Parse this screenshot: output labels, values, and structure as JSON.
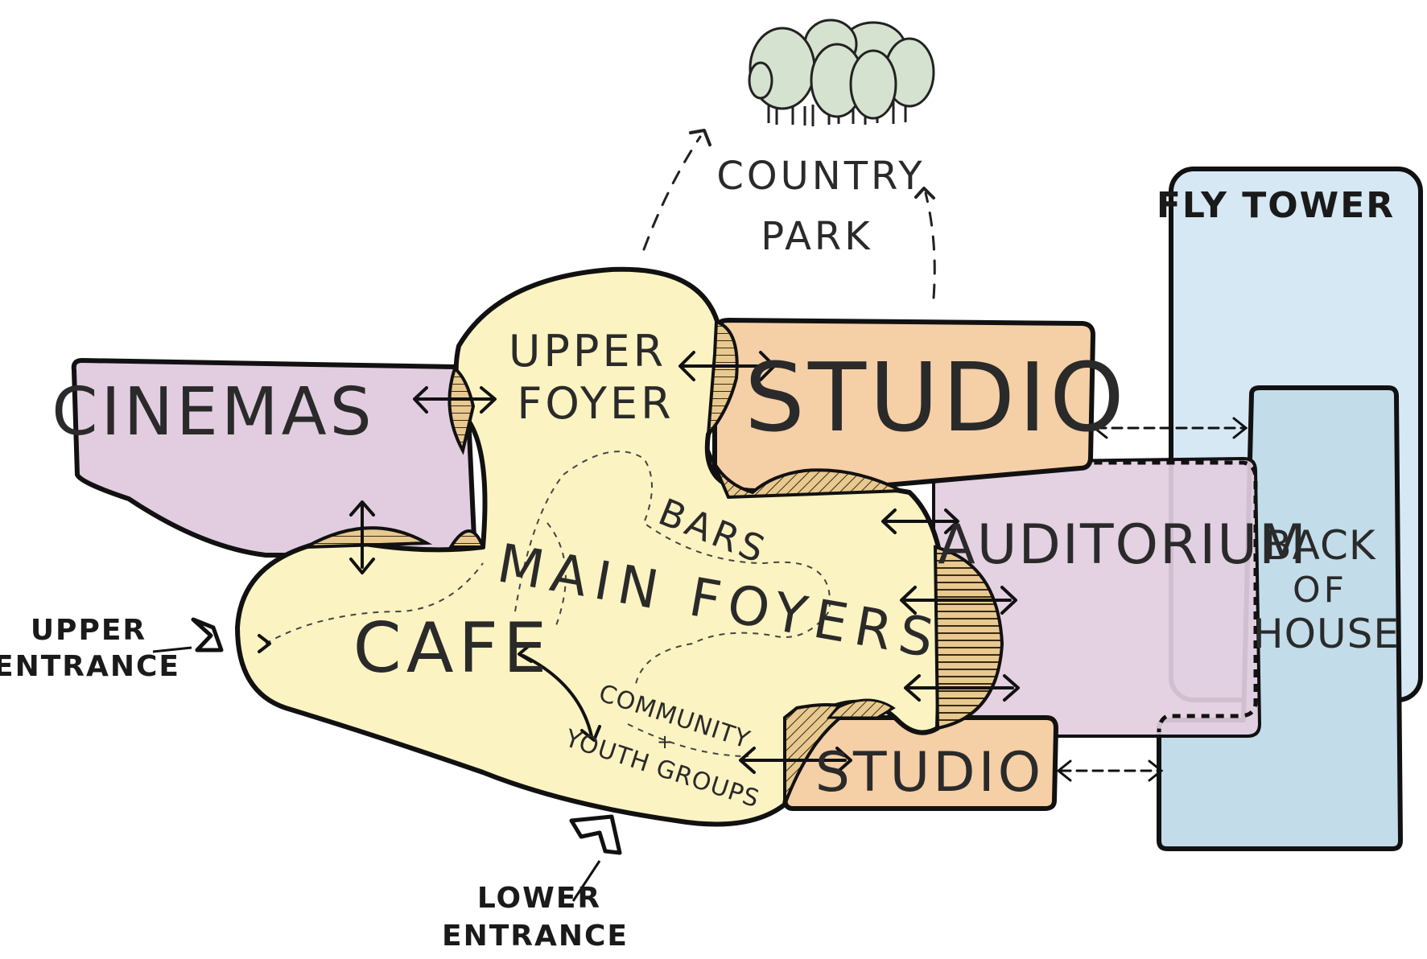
{
  "labels": {
    "country_park_1": "COUNTRY",
    "country_park_2": "PARK",
    "fly_tower": "FLY TOWER",
    "studio_large": "STUDIO",
    "cinemas": "CINEMAS",
    "upper_foyer_1": "UPPER",
    "upper_foyer_2": "FOYER",
    "bars": "BARS",
    "auditorium": "AUDITORIUM",
    "back_of_house_1": "BACK",
    "back_of_house_2": "OF",
    "back_of_house_3": "HOUSE",
    "main_foyers": "MAIN FOYERS",
    "cafe": "CAFE",
    "community_1": "COMMUNITY",
    "community_2": "+",
    "community_3": "YOUTH GROUPS",
    "studio_small": "STUDIO",
    "upper_entrance_1": "UPPER",
    "upper_entrance_2": "ENTRANCE",
    "lower_entrance_1": "LOWER",
    "lower_entrance_2": "ENTRANCE"
  },
  "colors": {
    "foyer": "#fcf3c2",
    "cinemas": "#e2cde0",
    "studio": "#f5cfa6",
    "auditorium": "#e2cde0",
    "fly_tower": "#d6e8f4",
    "back_of_house": "#c2dcea",
    "trees": "#d5e2cf",
    "outline": "#111111"
  }
}
